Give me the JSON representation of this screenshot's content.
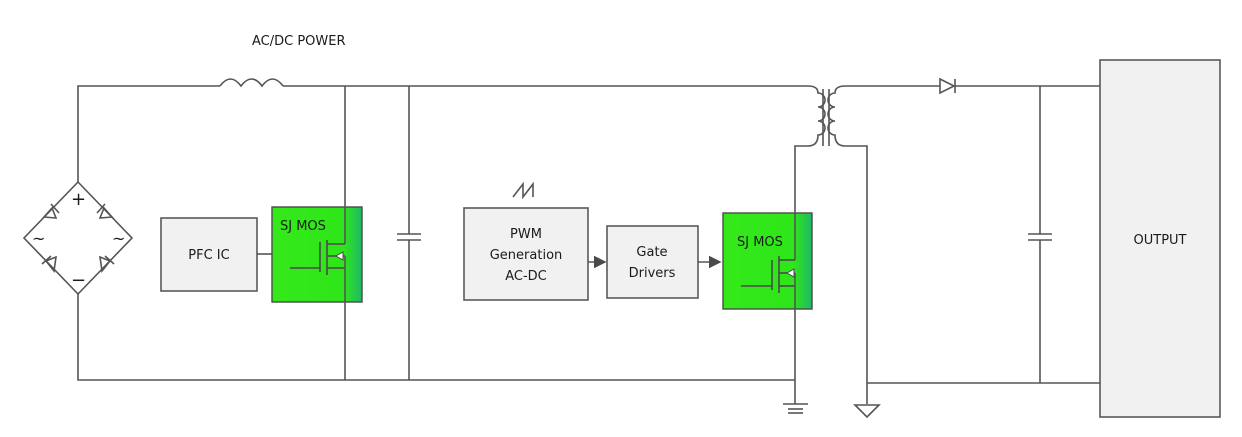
{
  "diagram": {
    "title": "AC/DC POWER",
    "blocks": {
      "pfc_ic": "PFC IC",
      "sj_mos_pfc": "SJ MOS",
      "pwm_line1": "PWM",
      "pwm_line2": "Generation",
      "pwm_line3": "AC-DC",
      "gate_line1": "Gate",
      "gate_line2": "Drivers",
      "sj_mos_main": "SJ MOS",
      "output": "OUTPUT"
    },
    "bridge": {
      "plus": "+",
      "minus": "−",
      "ac_left": "~",
      "ac_right": "~"
    },
    "colors": {
      "mos_fill": "#2ee619",
      "box_fill": "#f1f1f1",
      "wire": "#555555"
    }
  }
}
